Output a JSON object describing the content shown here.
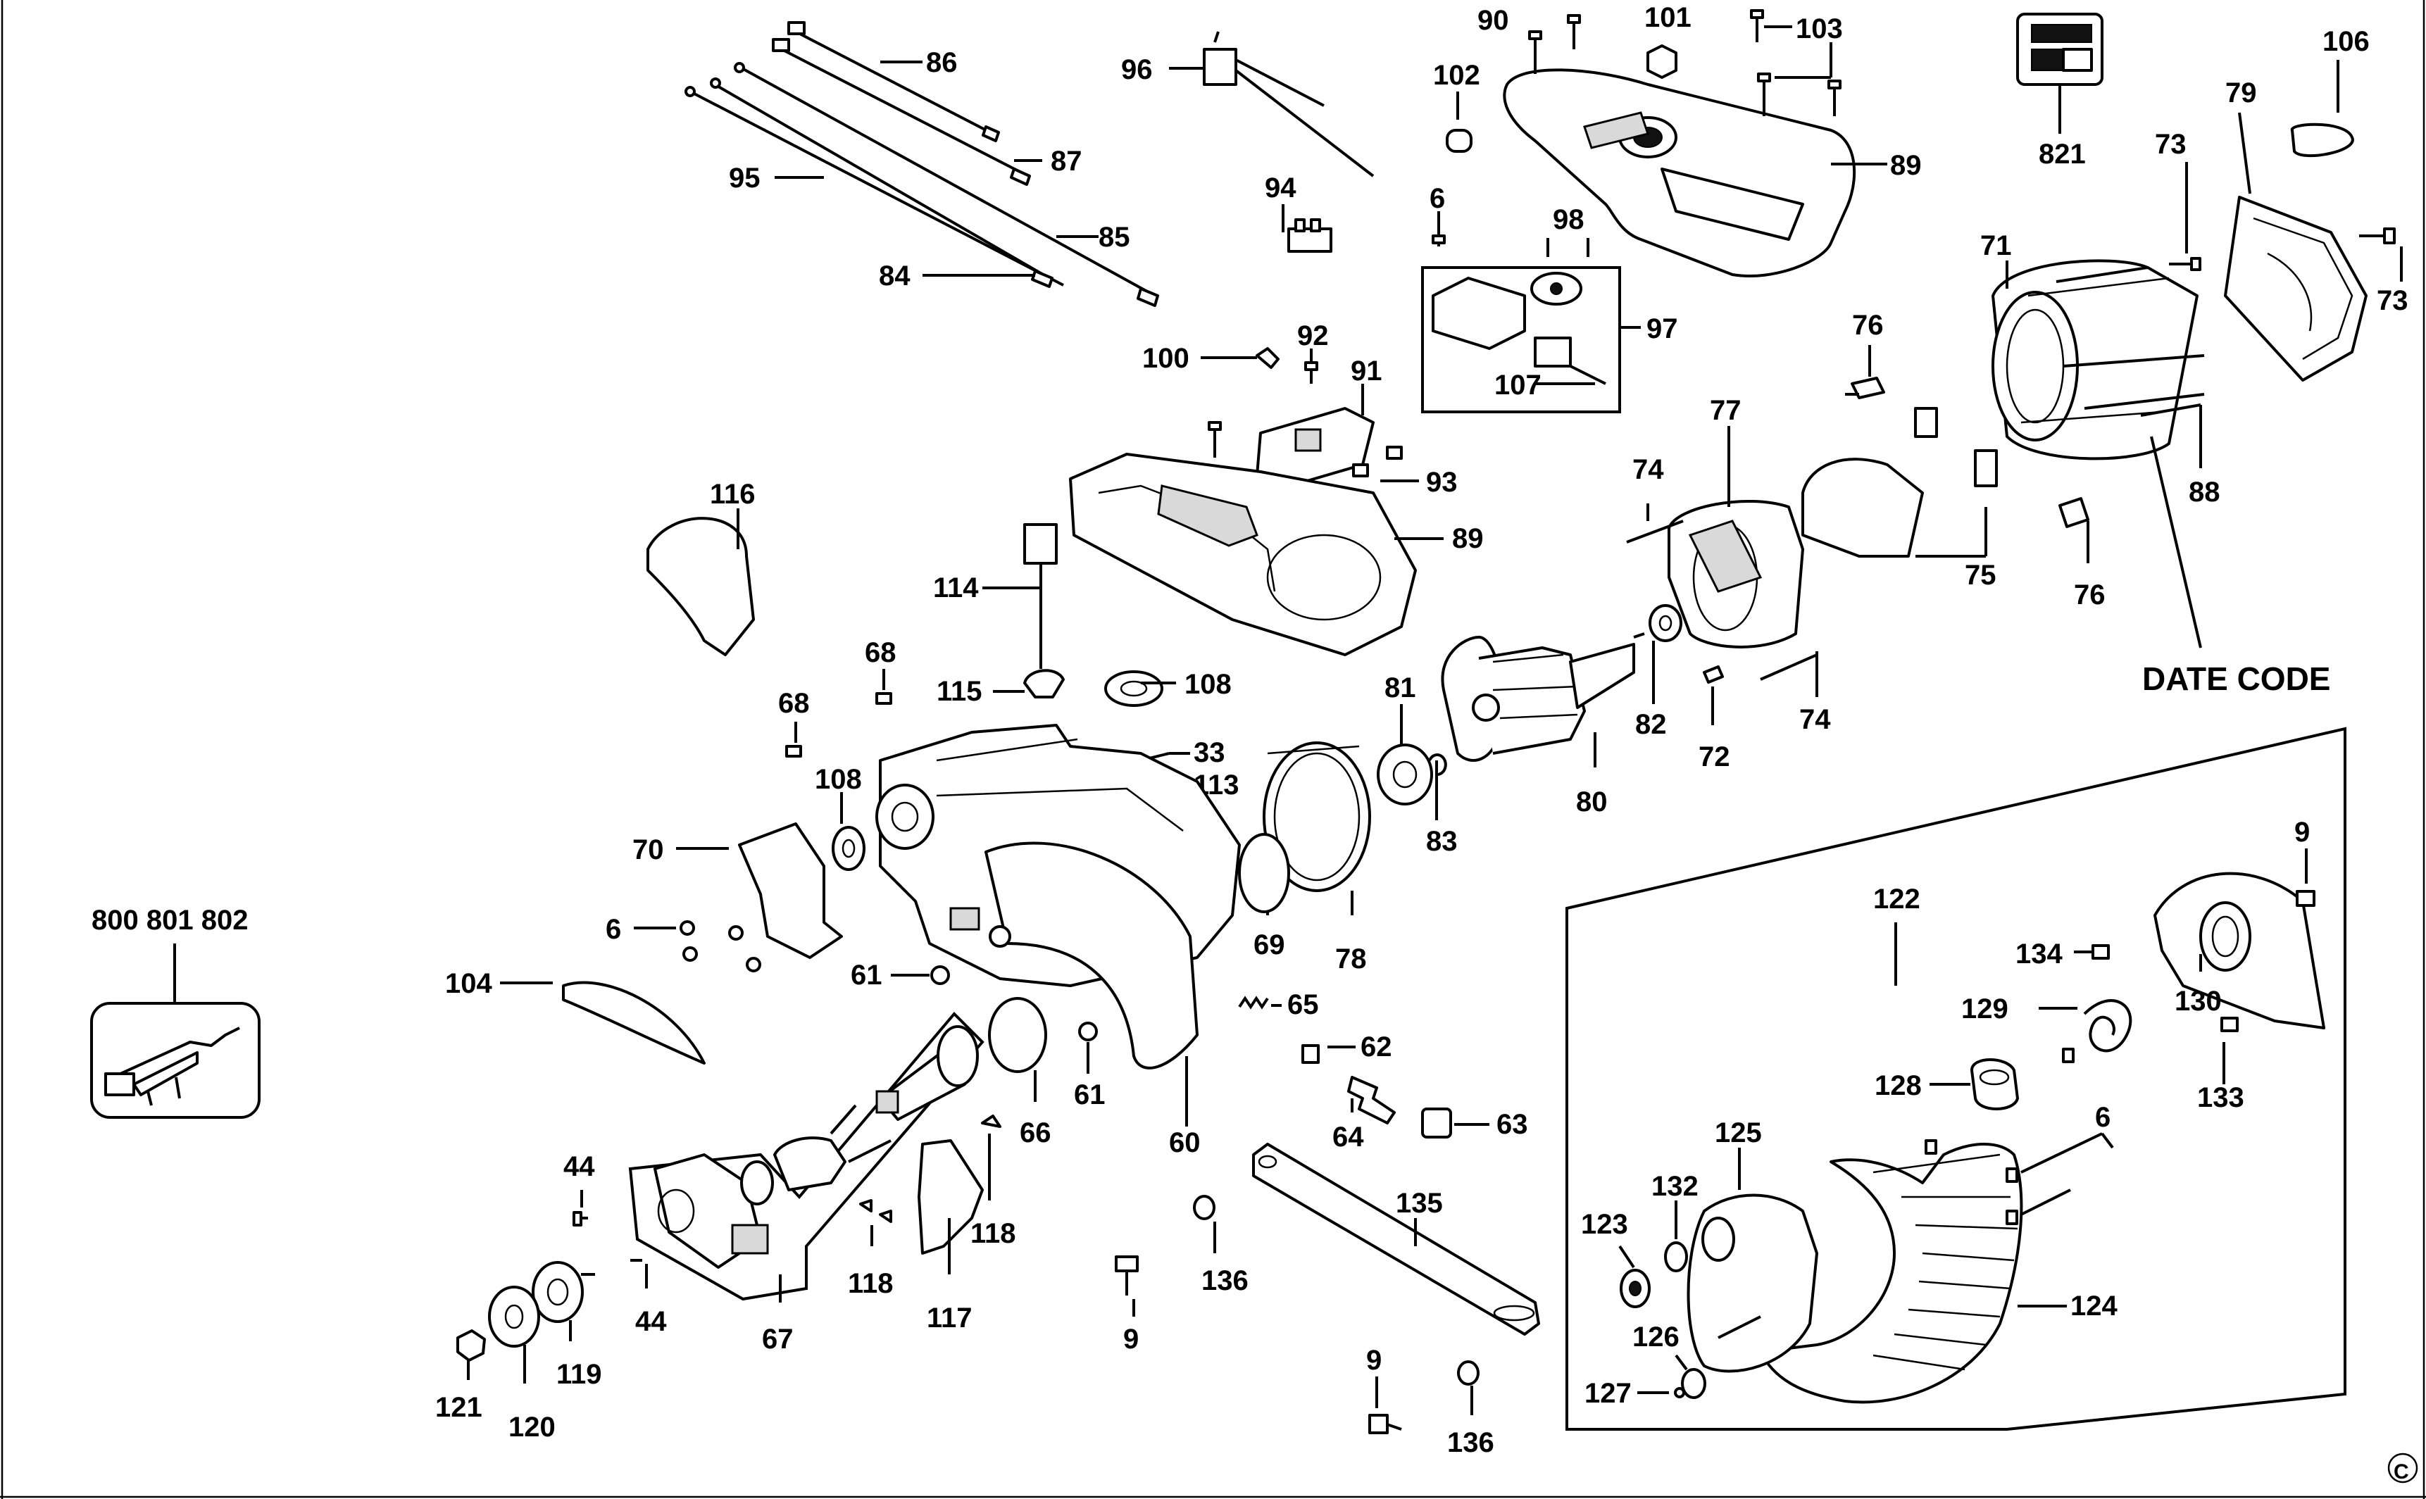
{
  "callouts": [
    "6",
    "9",
    "33",
    "44",
    "60",
    "61",
    "62",
    "63",
    "64",
    "65",
    "66",
    "67",
    "68",
    "69",
    "70",
    "71",
    "72",
    "73",
    "74",
    "75",
    "76",
    "77",
    "78",
    "79",
    "80",
    "81",
    "82",
    "83",
    "84",
    "85",
    "86",
    "87",
    "88",
    "89",
    "90",
    "91",
    "92",
    "93",
    "94",
    "95",
    "96",
    "97",
    "98",
    "100",
    "101",
    "102",
    "103",
    "104",
    "106",
    "107",
    "108",
    "113",
    "114",
    "115",
    "116",
    "117",
    "118",
    "119",
    "120",
    "121",
    "122",
    "123",
    "124",
    "125",
    "126",
    "127",
    "128",
    "129",
    "130",
    "132",
    "133",
    "134",
    "135",
    "136",
    "821"
  ],
  "labels": {
    "date_code": "DATE CODE",
    "kit_numbers": "800 801 802",
    "copyright_mark": "C"
  },
  "callout_labels": {
    "c6a": "6",
    "c6b": "6",
    "c6c": "6",
    "c9a": "9",
    "c9b": "9",
    "c9c": "9",
    "c33": "33",
    "c44a": "44",
    "c44b": "44",
    "c60": "60",
    "c61a": "61",
    "c61b": "61",
    "c62": "62",
    "c63": "63",
    "c64": "64",
    "c65": "65",
    "c66": "66",
    "c67": "67",
    "c68a": "68",
    "c68b": "68",
    "c69": "69",
    "c70": "70",
    "c71": "71",
    "c72": "72",
    "c73a": "73",
    "c73b": "73",
    "c74a": "74",
    "c74b": "74",
    "c75": "75",
    "c76a": "76",
    "c76b": "76",
    "c77": "77",
    "c78": "78",
    "c79": "79",
    "c80": "80",
    "c81": "81",
    "c82": "82",
    "c83": "83",
    "c84": "84",
    "c85": "85",
    "c86": "86",
    "c87": "87",
    "c88": "88",
    "c89a": "89",
    "c89b": "89",
    "c90": "90",
    "c91": "91",
    "c92": "92",
    "c93": "93",
    "c94": "94",
    "c95": "95",
    "c96": "96",
    "c97": "97",
    "c98": "98",
    "c100": "100",
    "c101": "101",
    "c102": "102",
    "c103": "103",
    "c104": "104",
    "c106": "106",
    "c107": "107",
    "c108a": "108",
    "c108b": "108",
    "c113": "113",
    "c114": "114",
    "c115": "115",
    "c116": "116",
    "c117": "117",
    "c118a": "118",
    "c118b": "118",
    "c119": "119",
    "c120": "120",
    "c121": "121",
    "c122": "122",
    "c123": "123",
    "c124": "124",
    "c125": "125",
    "c126": "126",
    "c127": "127",
    "c128": "128",
    "c129": "129",
    "c130": "130",
    "c132": "132",
    "c133": "133",
    "c134": "134",
    "c135": "135",
    "c136a": "136",
    "c136b": "136",
    "c821": "821"
  }
}
